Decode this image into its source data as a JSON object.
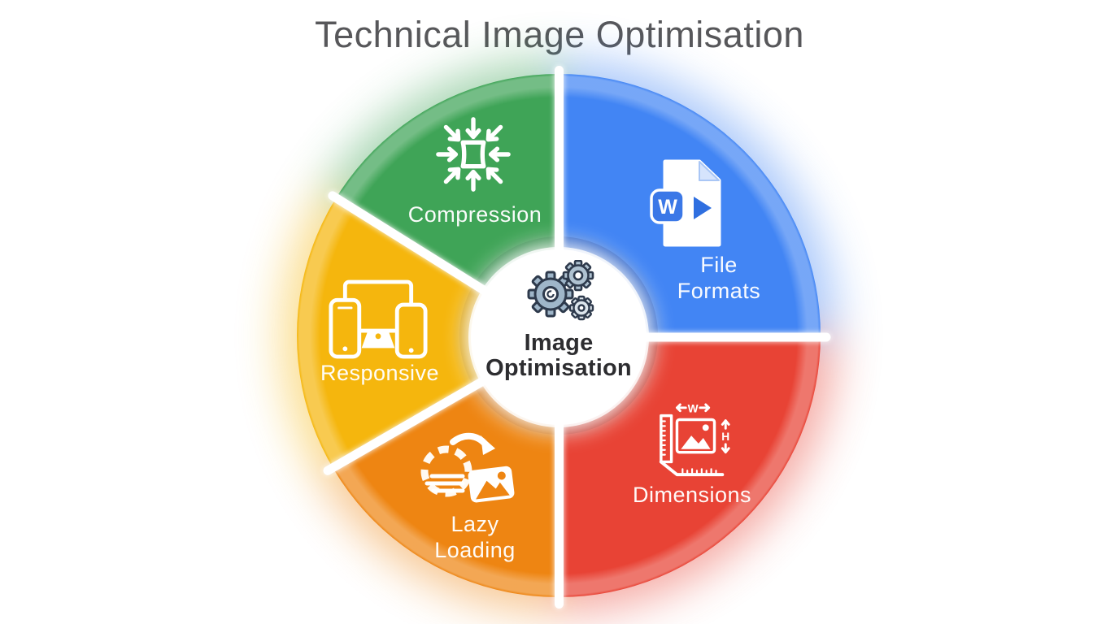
{
  "title": "Technical Image Optimisation",
  "center": {
    "title_line1": "Image",
    "title_line2": "Optimisation",
    "icon": "gears-icon",
    "text_color": "#2d2d30"
  },
  "segments": [
    {
      "id": "file-formats",
      "label": "File Formats",
      "line1": "File",
      "line2": "Formats",
      "color": "#4285f4",
      "rim_color": "#2a62c9",
      "icon": "file-formats-icon",
      "arc_deg": [
        0,
        90
      ],
      "position": "right"
    },
    {
      "id": "dimensions",
      "label": "Dimensions",
      "line1": "Dimensions",
      "color": "#e84335",
      "rim_color": "#c23327",
      "icon": "dimensions-icon",
      "arc_deg": [
        90,
        180
      ],
      "position": "bottom-right"
    },
    {
      "id": "lazy-loading",
      "label": "Lazy Loading",
      "line1": "Lazy",
      "line2": "Loading",
      "color": "#ee8512",
      "rim_color": "#d06e07",
      "icon": "lazy-loading-icon",
      "arc_deg": [
        180,
        240
      ],
      "position": "bottom-left"
    },
    {
      "id": "responsive",
      "label": "Responsive",
      "line1": "Responsive",
      "color": "#f5b60d",
      "rim_color": "#d99e06",
      "icon": "responsive-devices-icon",
      "arc_deg": [
        240,
        302
      ],
      "position": "left"
    },
    {
      "id": "compression",
      "label": "Compression",
      "line1": "Compression",
      "color": "#3fa457",
      "rim_color": "#2f8a47",
      "icon": "compression-arrows-icon",
      "arc_deg": [
        302,
        360
      ],
      "position": "top-left"
    }
  ],
  "file_icon": {
    "badge_letter": "W"
  },
  "dimensions_icon": {
    "width_letter": "W",
    "height_letter": "H"
  }
}
